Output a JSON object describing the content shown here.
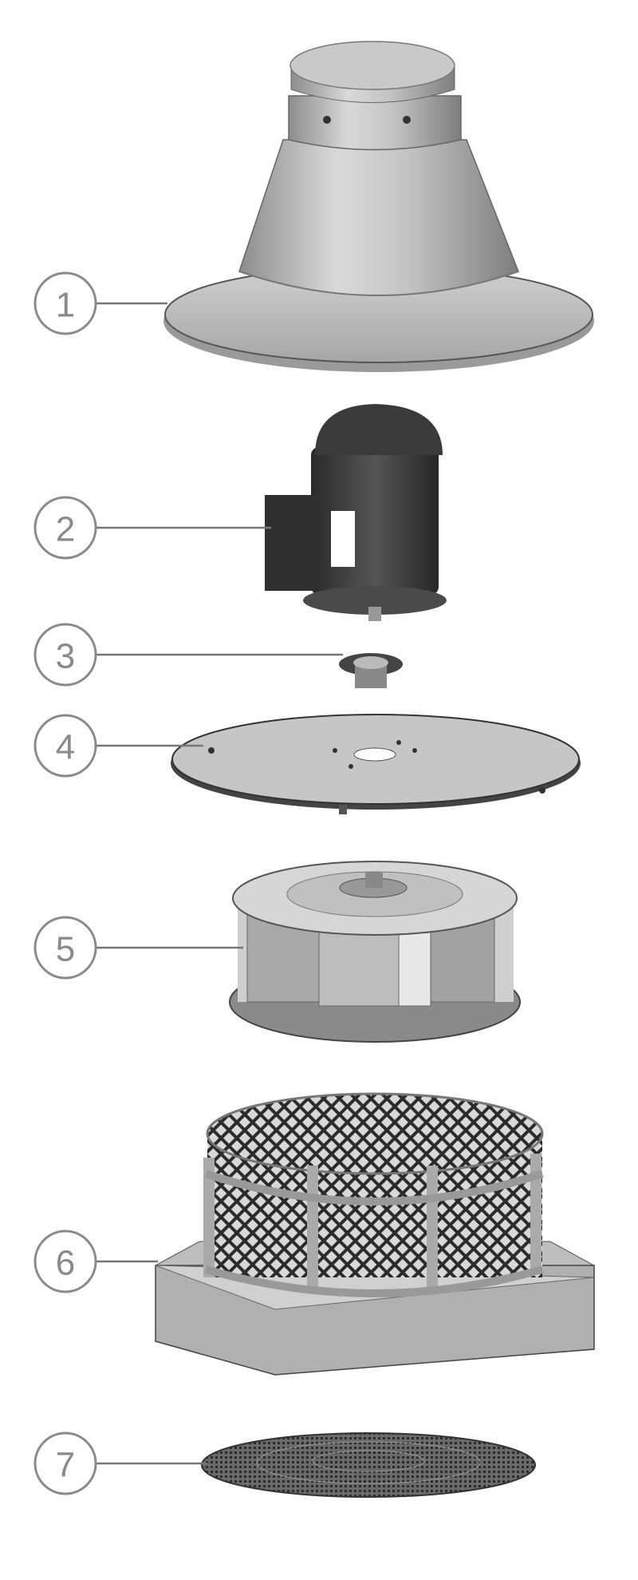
{
  "diagram": {
    "type": "exploded-view",
    "callouts": [
      {
        "label": "1",
        "part": "hood"
      },
      {
        "label": "2",
        "part": "motor"
      },
      {
        "label": "3",
        "part": "hub-coupling"
      },
      {
        "label": "4",
        "part": "motor-plate"
      },
      {
        "label": "5",
        "part": "impeller"
      },
      {
        "label": "6",
        "part": "base-with-guard"
      },
      {
        "label": "7",
        "part": "inlet-grille"
      }
    ],
    "colors": {
      "line": "#8a8a8a",
      "metal": "#b8b8b8",
      "motor": "#3a3a3a"
    }
  }
}
